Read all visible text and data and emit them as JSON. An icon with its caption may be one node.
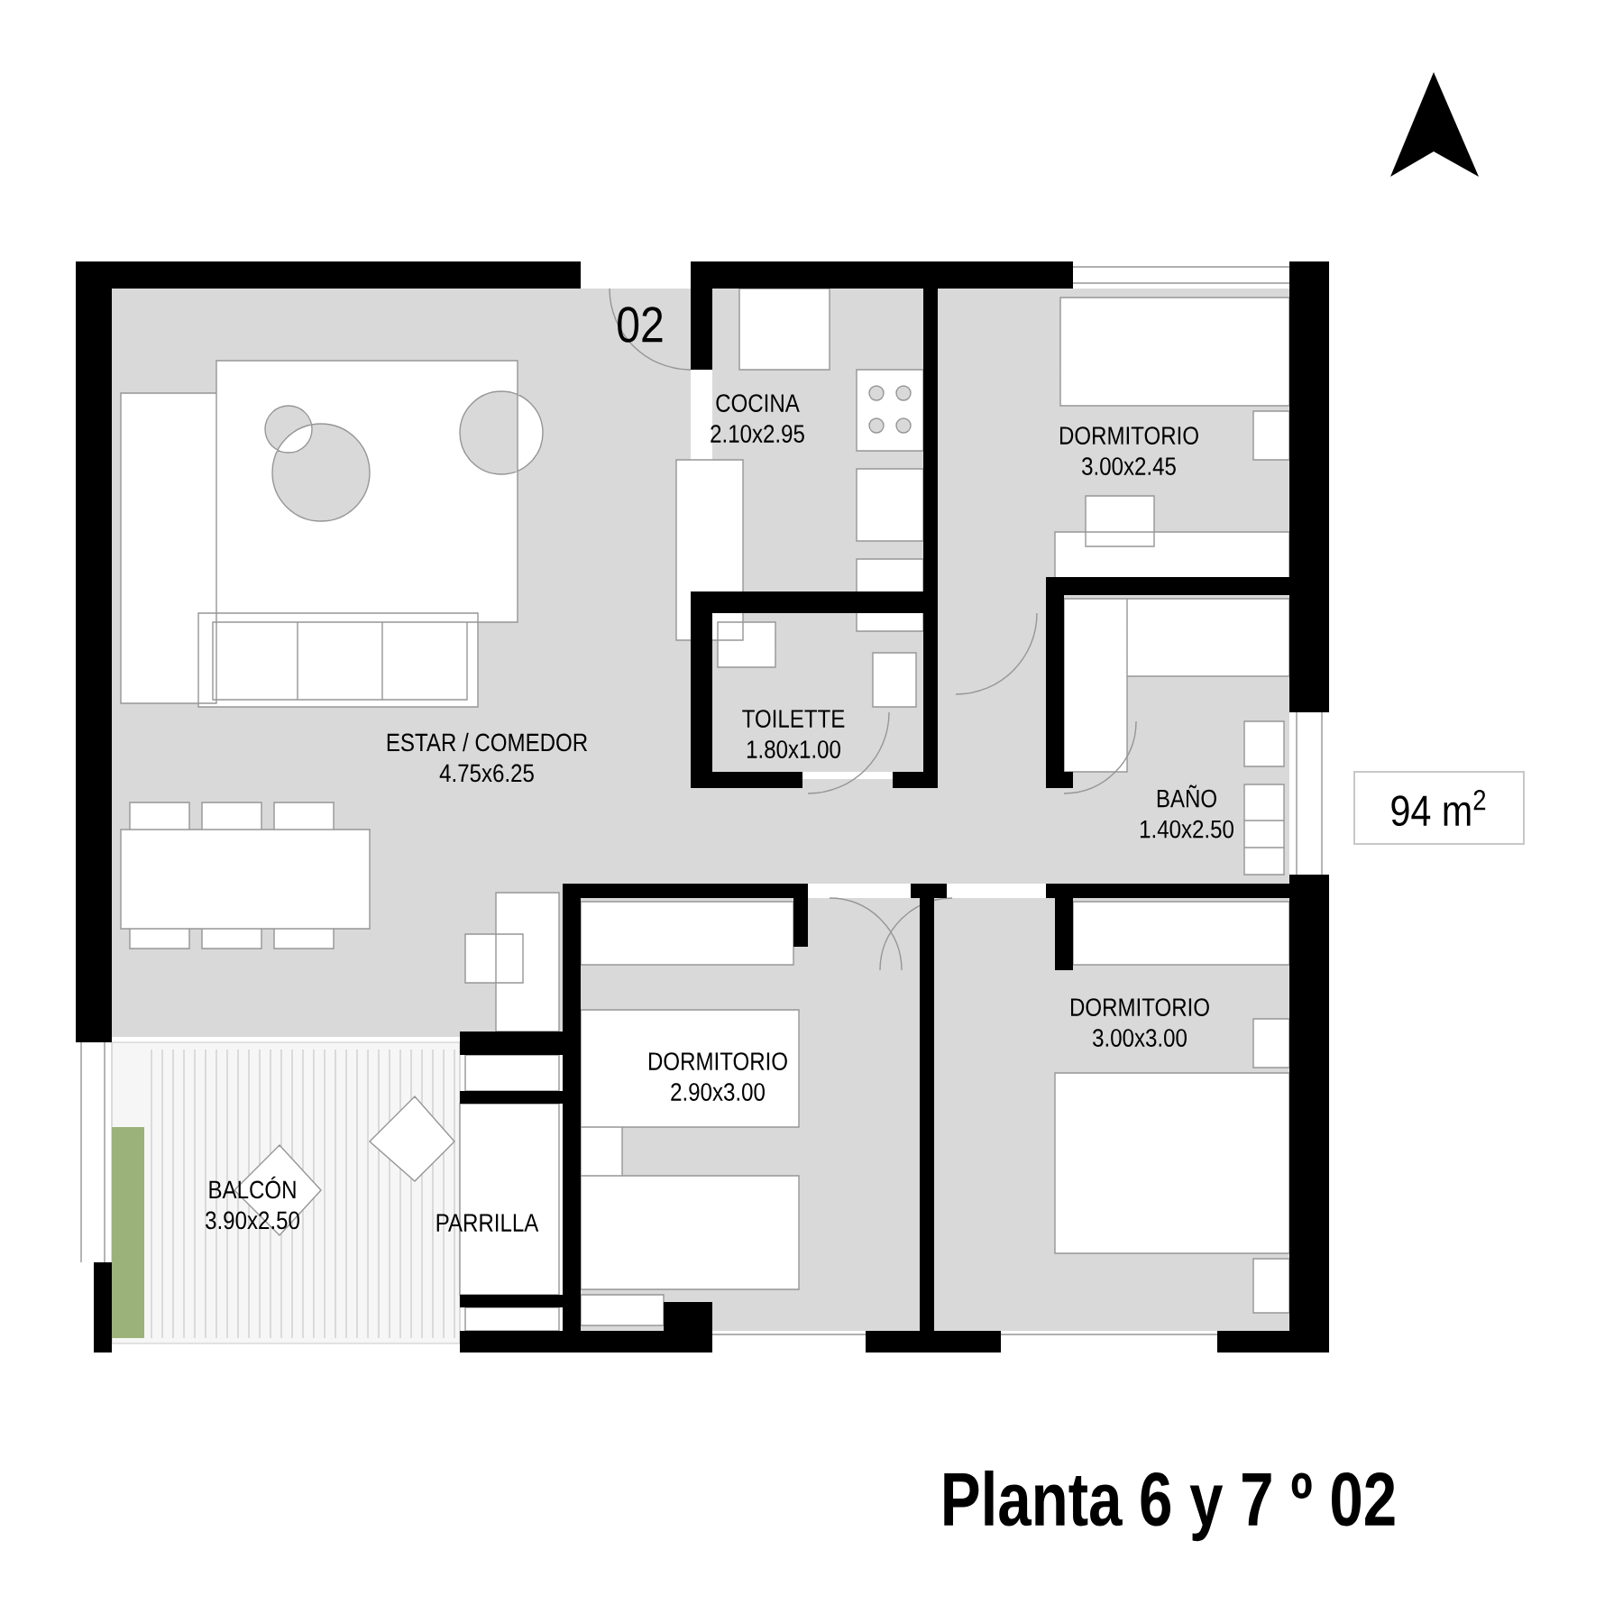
{
  "diagram": {
    "title": "Planta 6 y 7 º 02",
    "nodes": [
      {
        "text": [
          "ESTAR / COMEDOR",
          "4.75x6.25"
        ]
      },
      {
        "text": [
          "COCINA",
          "2.10x2.95"
        ]
      },
      {
        "text": [
          "DORMITORIO",
          "3.00x2.45"
        ]
      },
      {
        "text": [
          "TOILETTE",
          "1.80x1.00"
        ]
      },
      {
        "text": [
          "BAÑO",
          "1.40x2.50"
        ]
      },
      {
        "text": [
          "94 m$^{2}$"
        ]
      },
      {
        "text": [
          "DORMITORIO",
          "3.00x3.00"
        ]
      },
      {
        "text": [
          "DORMITORIO",
          "2.90x3.00"
        ]
      },
      {
        "text": [
          "BALCÓN",
          "3.90x2.50"
        ]
      },
      {
        "text": [
          "PARRILLA"
        ]
      }
    ],
    "labels": [
      "02"
    ]
  }
}
